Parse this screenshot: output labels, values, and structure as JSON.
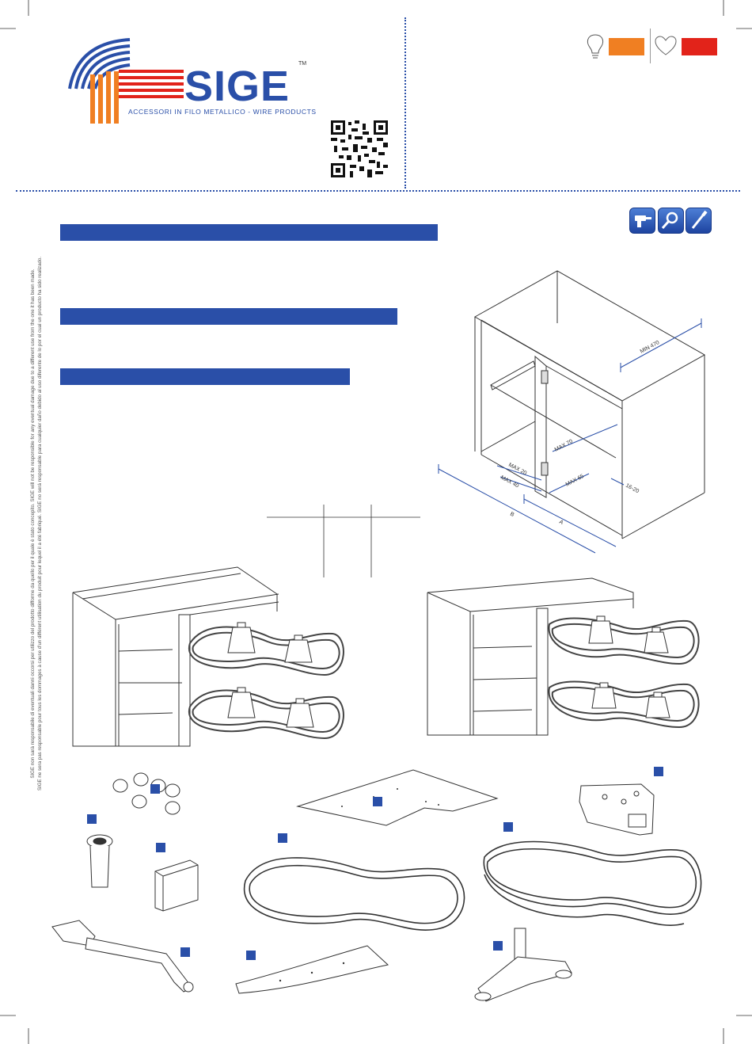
{
  "brand": {
    "name": "SIGE",
    "trademark": "TM",
    "tagline": "ACCESSORI IN FILO METALLICO - WIRE PRODUCTS"
  },
  "disclaimer": [
    "SIGE non sarà responsabile di eventuali danni occorsi per utilizzo del prodotto difforme da quello per il quale è stato concepito. SIGE will not be responsible for any eventual damage due to a different use from the one it has been made.",
    "SIGE ne sera pas responsable pour tous les dommages à cause d'un différent utilisation du produit pour lequel il a été fabriqué. SIGE no será responsable para cualquier daño debido al uso diferente de lo por el cual un producto ha sido realizado."
  ],
  "dimensions": {
    "min_470": "MIN 470",
    "max_70": "MAX 70",
    "max_20": "MAX 20",
    "max_40": "MAX 40",
    "max_65": "MAX 65",
    "range_16_20": "16-20",
    "label_b": "B",
    "label_a": "A"
  },
  "colors": {
    "brand_blue": "#2a4fa8",
    "orange": "#f07f22",
    "red": "#e2231a"
  },
  "icons": [
    "bulb-icon",
    "heart-icon",
    "drill-icon",
    "magnifier-icon",
    "screwdriver-icon"
  ]
}
